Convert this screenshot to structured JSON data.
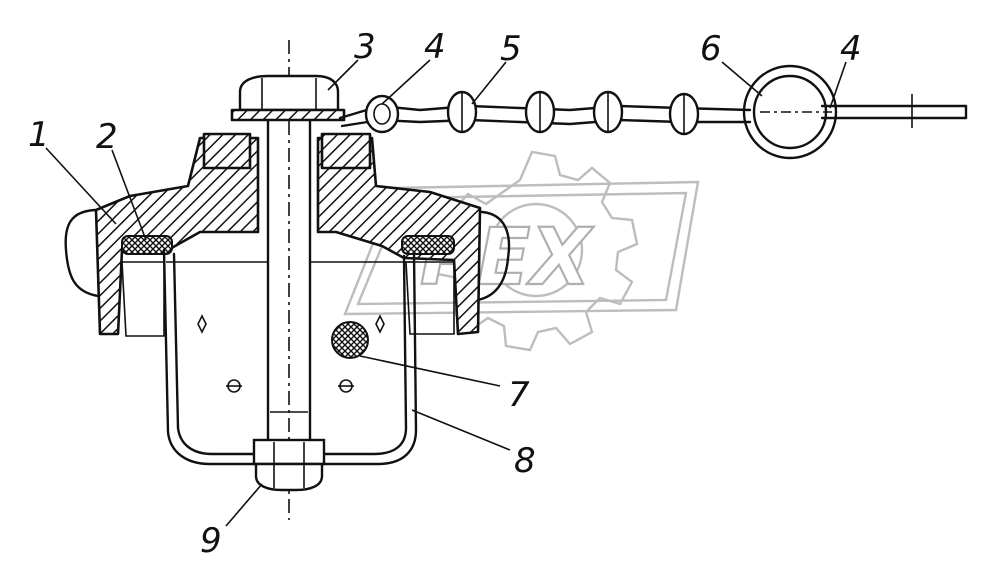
{
  "figure": {
    "callouts": [
      {
        "id": "c1",
        "text": "1"
      },
      {
        "id": "c2",
        "text": "2"
      },
      {
        "id": "c3",
        "text": "3"
      },
      {
        "id": "c4a",
        "text": "4"
      },
      {
        "id": "c5",
        "text": "5"
      },
      {
        "id": "c6",
        "text": "6"
      },
      {
        "id": "c4b",
        "text": "4"
      },
      {
        "id": "c7",
        "text": "7"
      },
      {
        "id": "c8",
        "text": "8"
      },
      {
        "id": "c9",
        "text": "9"
      }
    ],
    "watermark": {
      "text": "PEX"
    }
  }
}
